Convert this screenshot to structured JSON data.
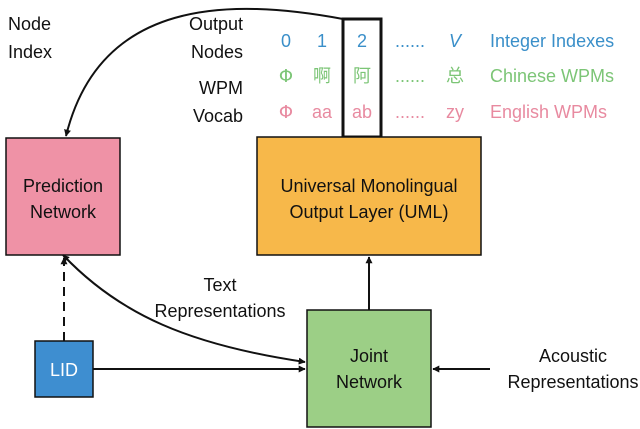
{
  "labels": {
    "node_index": [
      "Node",
      "Index"
    ],
    "output_nodes": [
      "Output",
      "Nodes"
    ],
    "wpm_vocab": [
      "WPM",
      "Vocab"
    ],
    "text_representations": [
      "Text",
      "Representations"
    ],
    "acoustic_representations": [
      "Acoustic",
      "Representations"
    ]
  },
  "boxes": {
    "prediction_network": [
      "Prediction",
      "Network"
    ],
    "uml": [
      "Universal Monolingual",
      "Output Layer (UML)"
    ],
    "joint_network": [
      "Joint",
      "Network"
    ],
    "lid": "LID"
  },
  "rows": {
    "integer": {
      "values": [
        "0",
        "1",
        "2",
        "......",
        "V"
      ],
      "name": "Integer Indexes",
      "color": "#3a8fc9"
    },
    "chinese": {
      "values": [
        "Φ",
        "啊",
        "阿",
        "......",
        "总"
      ],
      "name": "Chinese WPMs",
      "color": "#7cc576"
    },
    "english": {
      "values": [
        "Φ",
        "aa",
        "ab",
        "......",
        "zy"
      ],
      "name": "English WPMs",
      "color": "#e88aa0"
    }
  },
  "colors": {
    "prediction_network": "#ef92a6",
    "uml": "#f7b84a",
    "joint_network": "#9ccf86",
    "lid": "#3e8ed0",
    "stroke": "#111111"
  }
}
